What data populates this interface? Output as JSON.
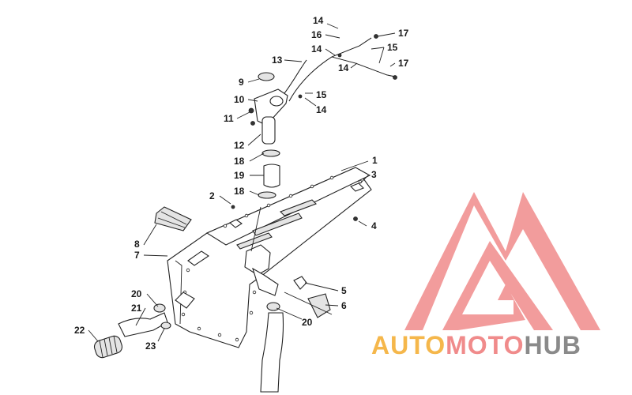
{
  "diagram": {
    "callouts": [
      "1",
      "2",
      "3",
      "4",
      "5",
      "6",
      "7",
      "8",
      "9",
      "10",
      "11",
      "12",
      "13",
      "14",
      "14",
      "14",
      "14",
      "15",
      "15",
      "16",
      "17",
      "17",
      "18",
      "18",
      "19",
      "20",
      "20",
      "21",
      "22",
      "23"
    ]
  },
  "watermark": {
    "brand_auto": "AUTO",
    "brand_moto": "MOTO",
    "brand_hub": "HUB",
    "colors": {
      "logo": "#f08b8b",
      "auto": "#f5b74b",
      "moto": "#f08b8b",
      "hub": "#8a8a8a"
    }
  }
}
